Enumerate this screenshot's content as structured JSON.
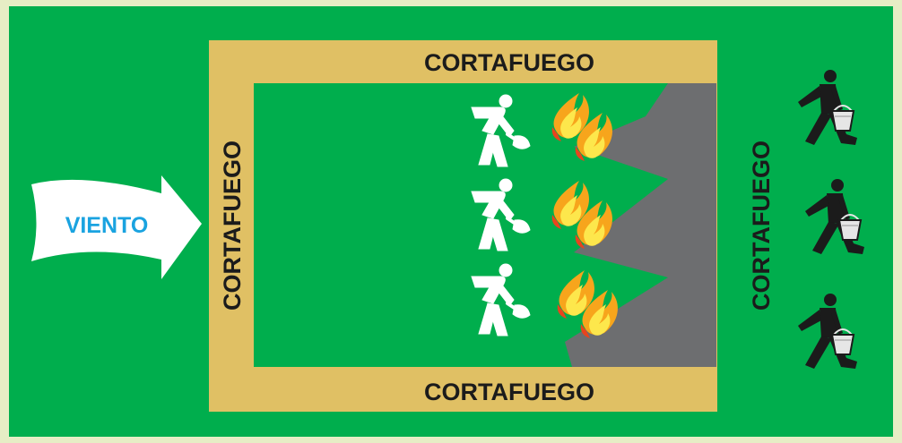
{
  "colors": {
    "frame": "#e6edc5",
    "grass": "#00ae4d",
    "firebreak": "#e0c064",
    "burned": "#6d6e70",
    "wind_label": "#1aa3e0",
    "worker": "#ffffff",
    "brigade": "#1b1b1b",
    "flame_outer": "#f7a51c",
    "flame_inner": "#fde74c",
    "flame_edge": "#e8441e"
  },
  "wind": {
    "label": "VIENTO",
    "icon": "wind-arrow-icon"
  },
  "firebreaks": {
    "top": "CORTAFUEGO",
    "bottom": "CORTAFUEGO",
    "left": "CORTAFUEGO",
    "right": "CORTAFUEGO"
  },
  "workers": {
    "icon": "worker-with-shovel-icon",
    "count": 3
  },
  "flames": {
    "icon": "flame-icon",
    "count": 3
  },
  "brigade": {
    "icon": "person-carrying-bucket-icon",
    "count": 3
  }
}
